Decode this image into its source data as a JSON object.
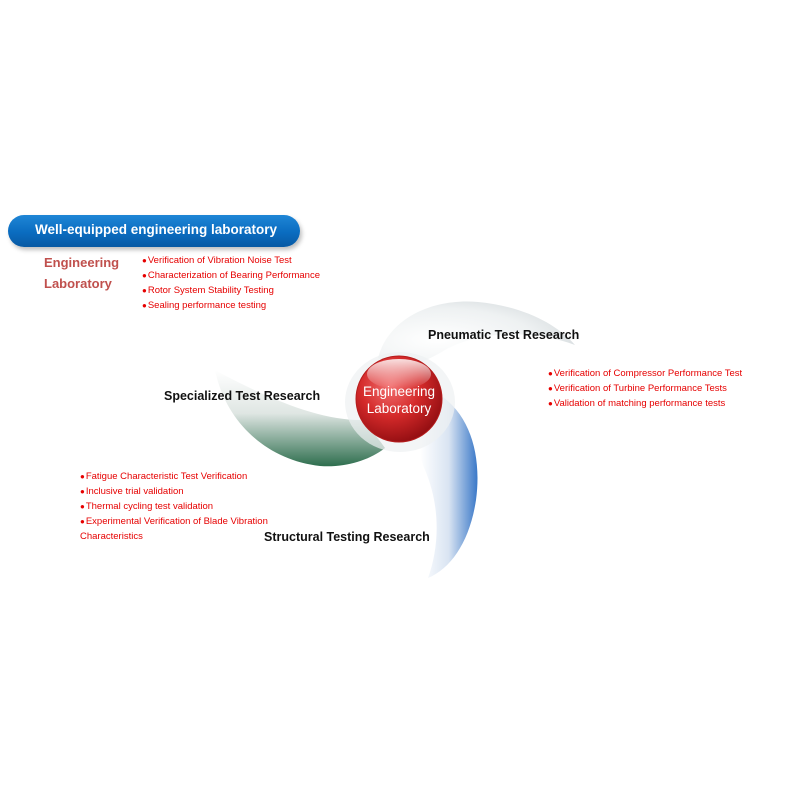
{
  "banner": {
    "title": "Well-equipped engineering laboratory"
  },
  "lab_label": "Engineering Laboratory",
  "top_left_items": [
    "Verification of Vibration Noise Test",
    "Characterization of Bearing Performance",
    "Rotor System Stability Testing",
    "Sealing performance testing"
  ],
  "hub": {
    "label": "Engineering Laboratory"
  },
  "branches": {
    "pneumatic": {
      "title": "Pneumatic Test Research",
      "items": [
        "Verification of Compressor Performance Test",
        "Verification of Turbine Performance Tests",
        "Validation of matching performance tests"
      ]
    },
    "specialized": {
      "title": "Specialized Test Research"
    },
    "structural": {
      "title": "Structural Testing Research",
      "items": [
        "Fatigue Characteristic Test Verification",
        "Inclusive trial validation",
        "Thermal cycling test validation",
        "Experimental Verification of Blade Vibration Characteristics"
      ]
    }
  },
  "colors": {
    "banner": "#0a6cc0",
    "label": "#c0504d",
    "bullet_text": "#e60000",
    "hub": "#c8181c",
    "green_arc": "#2e6e4e",
    "blue_arc": "#3a78c8"
  }
}
